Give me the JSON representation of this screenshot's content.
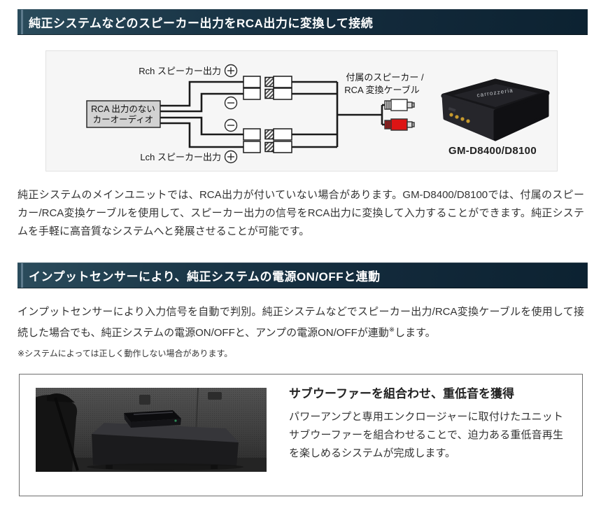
{
  "colors": {
    "header_gradient_start": "#2b4c5c",
    "header_gradient_end": "#0c2231",
    "header_accent_stripe": "#5d7a8c",
    "header_text": "#ffffff",
    "panel_background": "#f6f6f6",
    "panel_border": "#e2e2e2",
    "body_text": "#333333",
    "wire": "#1a1a1a",
    "rca_plug_red": "#dd1414",
    "rca_plug_white": "#ffffff",
    "card_border": "#6f6f6f"
  },
  "section1": {
    "heading": "純正システムなどのスピーカー出力をRCA出力に変換して接続",
    "paragraph": "純正システムのメインユニットでは、RCA出力が付いていない場合があります。GM-D8400/D8100では、付属のスピーカー/RCA変換ケーブルを使用して、スピーカー出力の信号をRCA出力に変換して入力することができます。純正システムを手軽に高音質なシステムへと発展させることが可能です。",
    "diagram": {
      "rch_label": "Rch スピーカー出力",
      "lch_label": "Lch スピーカー出力",
      "source_line1": "RCA 出力のない",
      "source_line2": "カーオーディオ",
      "cable_label_line1": "付属のスピーカー /",
      "cable_label_line2": "RCA 変換ケーブル",
      "amp_brand": "carrozzeria",
      "amp_model": "GM-D8400/D8100"
    }
  },
  "section2": {
    "heading": "インプットセンサーにより、純正システムの電源ON/OFFと連動",
    "paragraph_before_note": "インプットセンサーにより入力信号を自動で判別。純正システムなどでスピーカー出力/RCA変換ケーブルを使用して接続した場合でも、純正システムの電源ON/OFFと、アンプの電源ON/OFFが連動",
    "note_marker": "※",
    "paragraph_after_note": "します。",
    "footnote": "※システムによっては正しく動作しない場合があります。"
  },
  "subwoofer_card": {
    "heading": "サブウーファーを組合わせ、重低音を獲得",
    "paragraph": "パワーアンプと専用エンクロージャーに取付けたユニットサブウーファーを組合わせることで、迫力ある重低音再生を楽しめるシステムが完成します。"
  }
}
